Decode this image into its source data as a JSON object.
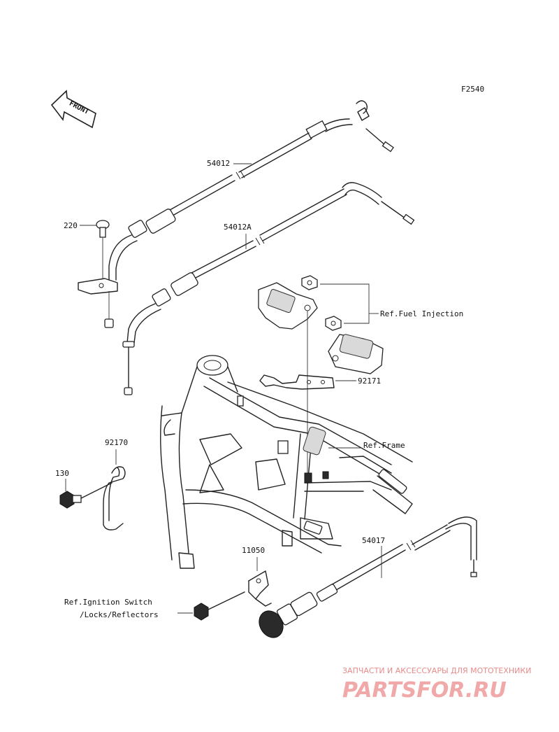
{
  "figure_code": "F2540",
  "front_badge": "FRONT",
  "labels": {
    "throttle_cable_open": "54012",
    "throttle_cable_close": "54012A",
    "bolt_220": "220",
    "nut_ref": "Ref.Fuel Injection",
    "bracket_92171": "92171",
    "ref_frame": "Ref.Frame",
    "clamp_92170": "92170",
    "bolt_130": "130",
    "bracket_11050": "11050",
    "choke_cable": "54017",
    "ref_ignition_line1": "Ref.Ignition Switch",
    "ref_ignition_line2": "/Locks/Reflectors"
  },
  "watermark": {
    "tagline": "ЗАПЧАСТИ И АКСЕССУАРЫ ДЛЯ МОТОТЕХНИКИ",
    "brand": "PARTSFOR.RU"
  },
  "colors": {
    "line": "#222222",
    "watermark": "#f0a8a8"
  }
}
